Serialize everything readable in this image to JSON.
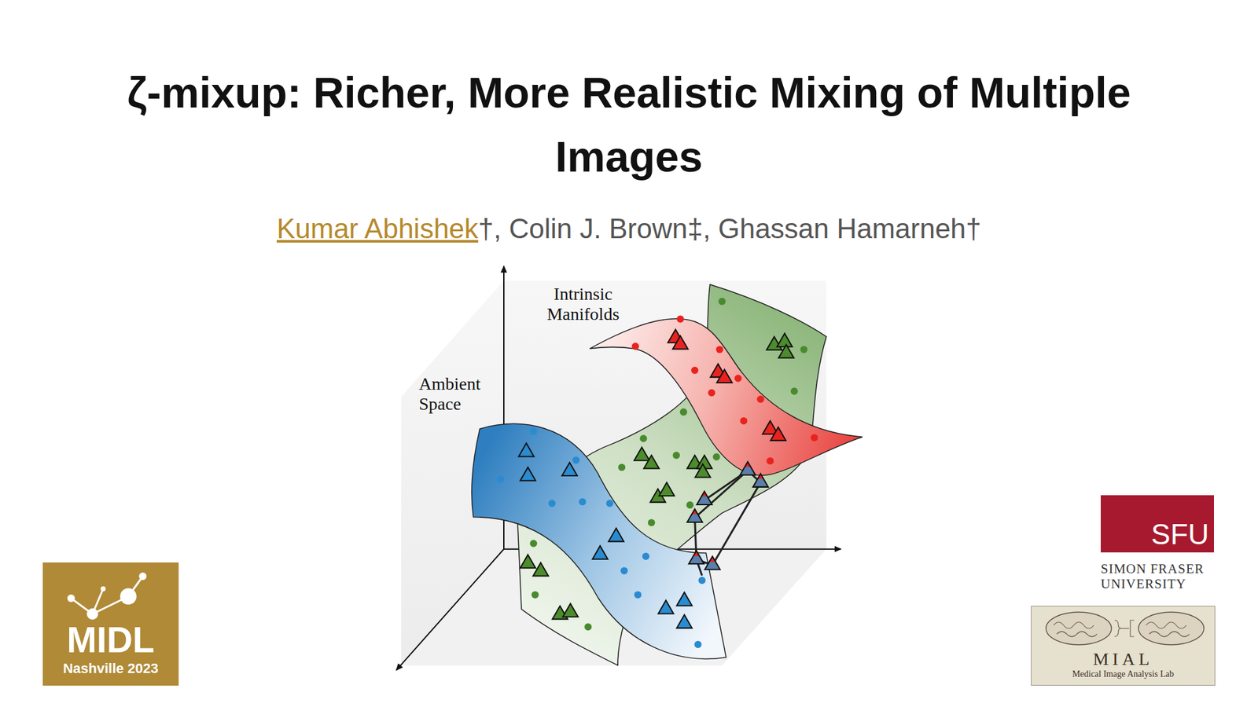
{
  "diagram": {
    "title": "ζ-mixup: Richer, More Realistic Mixing of Multiple Images",
    "nodes": [
      {
        "text": [
          "SFU"
        ]
      },
      {
        "text": [
          "MIDL",
          "Nashville 2023"
        ]
      },
      {
        "text": [
          "MIAL",
          "Medical Image Analysis Lab"
        ]
      }
    ],
    "labels": [
      "Kumar Abhishek",
      "†, Colin J. Brown‡, Ghassan Hamarneh†",
      "Intrinsic Manifolds",
      "Ambient Space",
      "SIMON FRASER UNIVERSITY"
    ]
  }
}
